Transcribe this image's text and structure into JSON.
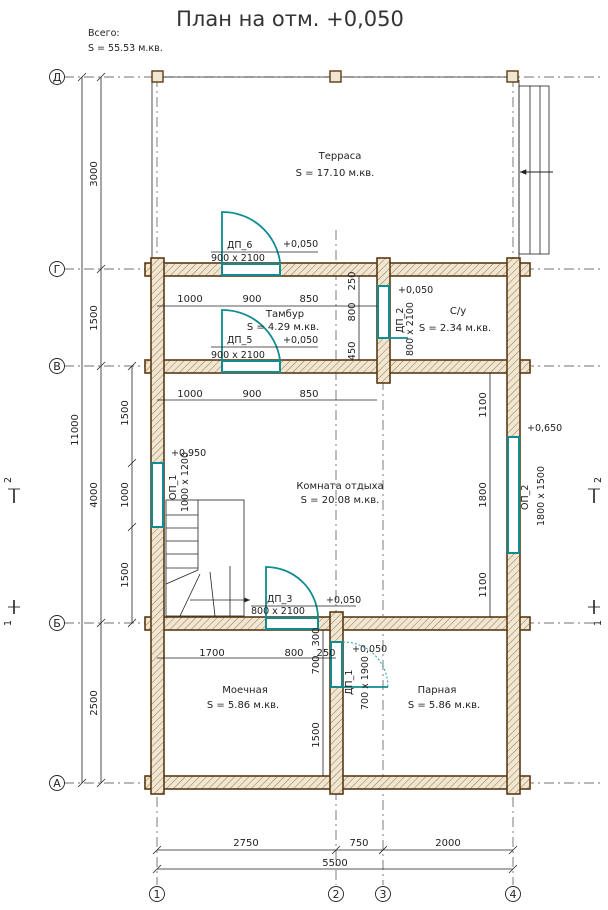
{
  "title": "План на отм. +0,050",
  "total": {
    "label": "Всего:",
    "value": "S    = 55.53 м.кв."
  },
  "axes": {
    "horizontal": [
      "Д",
      "Г",
      "В",
      "Б",
      "А"
    ],
    "vertical": [
      "1",
      "2",
      "3",
      "4"
    ]
  },
  "rooms": {
    "terrace": {
      "name": "Терраса",
      "area": "S    = 17.10 м.кв."
    },
    "tambur": {
      "name": "Тамбур",
      "area": "S    = 4.29 м.кв."
    },
    "wc": {
      "name": "С/у",
      "area": "S    = 2.34 м.кв."
    },
    "rest": {
      "name": "Комната отдыха",
      "area": "S    = 20.08 м.кв."
    },
    "wash": {
      "name": "Моечная",
      "area": "S    = 5.86 м.кв."
    },
    "steam": {
      "name": "Парная",
      "area": "S    = 5.86 м.кв."
    }
  },
  "doors": {
    "dp6": {
      "name": "ДП_6",
      "size": "900 x 2100",
      "level": "+0,050"
    },
    "dp5": {
      "name": "ДП_5",
      "size": "900 x 2100",
      "level": "+0,050"
    },
    "dp2": {
      "name": "ДП_2",
      "size": "800 x 2100",
      "level": "+0,050"
    },
    "dp3": {
      "name": "ДП_3",
      "size": "800 x 2100",
      "level": "+0,050"
    },
    "dp1": {
      "name": "ДП_1",
      "size": "700 x 1900",
      "level": "+0,050"
    }
  },
  "windows": {
    "op1": {
      "name": "ОП_1",
      "size": "1000 x 1200",
      "level": "+0,950"
    },
    "op2": {
      "name": "ОП_2",
      "size": "1800 x 1500",
      "level": "+0,650"
    }
  },
  "dims": {
    "left_total": "11000",
    "left_segments": [
      "3000",
      "1500",
      "4000",
      "2500"
    ],
    "stair_segments": [
      "1500",
      "1000",
      "1500"
    ],
    "bottom_total": "5500",
    "bottom_segments": [
      "2750",
      "750",
      "2000"
    ],
    "tambur_top": [
      "1000",
      "900",
      "850"
    ],
    "tambur_bottom": [
      "1000",
      "900",
      "850"
    ],
    "wc_vertical": [
      "250",
      "800",
      "450"
    ],
    "rest_right": [
      "1100",
      "1800",
      "1100"
    ],
    "lower_row": [
      "1700",
      "800",
      "250"
    ],
    "wash_vertical": [
      "300",
      "700",
      "1500"
    ]
  },
  "section_marks": {
    "s1": "1",
    "s2": "2"
  }
}
